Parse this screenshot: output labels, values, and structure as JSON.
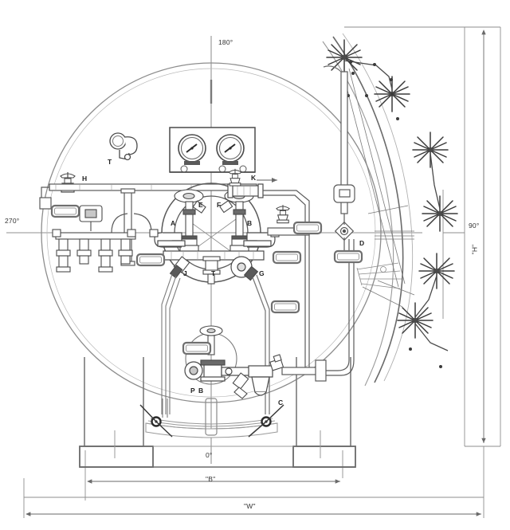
{
  "drawing": {
    "type": "engineering-assembly-elevation",
    "title": "",
    "dimension_labels": [
      {
        "id": "W",
        "text": "\"W\"",
        "role": "overall-width"
      },
      {
        "id": "B",
        "text": "\"B\"",
        "role": "base-width"
      },
      {
        "id": "H",
        "text": "\"H\"",
        "role": "overall-height"
      }
    ],
    "clock_positions": [
      {
        "id": "pos-180",
        "text": "180°",
        "location": "top"
      },
      {
        "id": "pos-0",
        "text": "0°",
        "location": "bottom"
      },
      {
        "id": "pos-270",
        "text": "270°",
        "location": "left"
      },
      {
        "id": "pos-90",
        "text": "90°",
        "location": "right"
      }
    ],
    "component_callouts": [
      {
        "id": "A",
        "text": "A"
      },
      {
        "id": "B",
        "text": "B"
      },
      {
        "id": "C",
        "text": "C"
      },
      {
        "id": "D",
        "text": "D"
      },
      {
        "id": "E",
        "text": "E"
      },
      {
        "id": "F",
        "text": "F"
      },
      {
        "id": "G",
        "text": "G"
      },
      {
        "id": "H",
        "text": "H"
      },
      {
        "id": "J",
        "text": "J"
      },
      {
        "id": "K",
        "text": "K"
      },
      {
        "id": "P",
        "text": "P"
      },
      {
        "id": "B2",
        "text": "B"
      },
      {
        "id": "T1",
        "text": "T"
      },
      {
        "id": "T2",
        "text": "T"
      }
    ],
    "colors": {
      "line": "#4a4a4a",
      "line_light": "#8d8d8d",
      "line_very_light": "#b4b4b4",
      "heavy": "#2b2b2b",
      "fill_none": "none",
      "text": "#333333",
      "background": "#ffffff"
    },
    "features": {
      "vessel_circle": "large head/shell outline centered left-of-center",
      "spray_nozzles": "six star-burst nozzle symbols along right-hand arc",
      "gauge_panel": "two round pressure gauges in rectangular bracket at top center",
      "manifold": "central valve manifold with A and B ports",
      "base_frame": "skid base with two legs and footplates at bottom",
      "blank_tag_plates": "seven rounded-rectangle blank label plates"
    }
  }
}
